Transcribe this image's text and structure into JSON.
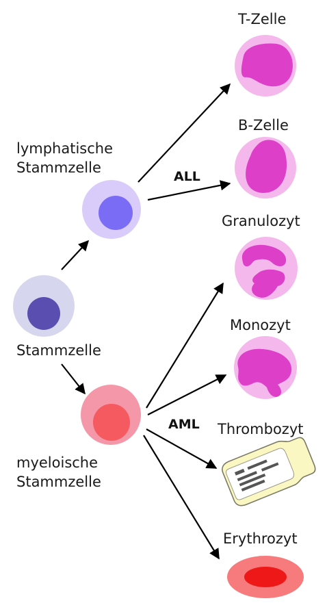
{
  "labels": {
    "stammzelle": "Stammzelle",
    "lymph_line1": "lymphatische",
    "lymph_line2": "Stammzelle",
    "myelo_line1": "myeloische",
    "myelo_line2": "Stammzelle",
    "t_zelle": "T-Zelle",
    "b_zelle": "B-Zelle",
    "granulozyt": "Granulozyt",
    "monozyt": "Monozyt",
    "thrombozyt": "Thrombozyt",
    "erythrozyt": "Erythrozyt",
    "all": "ALL",
    "aml": "AML"
  },
  "colors": {
    "stem_outer": "#d6d6ee",
    "stem_nucleus": "#5a4fb0",
    "lymph_outer": "#d9ccfa",
    "lymph_nucleus": "#7b6cf5",
    "myelo_outer": "#f497a9",
    "myelo_nucleus": "#f55a60",
    "white_cell_outer": "#f5b8ec",
    "white_cell_nucleus": "#dd3fc8",
    "platelet_body": "#fbf7c2",
    "platelet_outline": "#7a7a66",
    "rbc_outer": "#f77a7d",
    "rbc_inner": "#ee1818",
    "arrow": "#000000"
  }
}
